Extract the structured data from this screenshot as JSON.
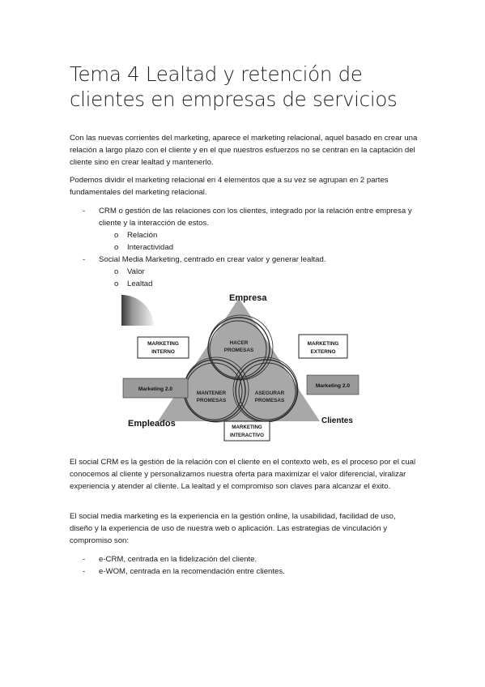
{
  "title": "Tema 4 Lealtad y retención de clientes en empresas de servicios",
  "paragraphs": {
    "p1": "Con las nuevas corrientes del marketing, aparece el marketing relacional, aquel basado en crear una relación a largo plazo con el cliente y en el que nuestros esfuerzos no se centran en la captación del cliente sino en crear lealtad y mantenerlo.",
    "p2": "Podemos dividir el marketing relacional en 4 elementos que a su vez se agrupan en 2 partes fundamentales del marketing relacional.",
    "p3": "El social CRM es la gestión de la relación con el cliente en el contexto web, es el proceso por el cual conocemos al cliente y personalizamos nuestra oferta para maximizar el valor diferencial, viralizar experiencia y atender al cliente. La lealtad y el compromiso son claves para alcanzar el éxito.",
    "p4": "El social media marketing es la experiencia en la gestión online, la usabilidad, facilidad de uso, diseño y la experiencia de uso de nuestra web o aplicación. Las estrategias de vinculación y compromiso son:"
  },
  "list1": {
    "crm": "CRM o gestión de las relaciones con los clientes, integrado por la relación entre empresa y cliente y la interacción de estos.",
    "crm_sub": [
      "Relación",
      "Interactividad"
    ],
    "smm": "Social Media Marketing, centrado en crear valor y generar lealtad.",
    "smm_sub": [
      "Valor",
      "Lealtad"
    ]
  },
  "list2": [
    "e-CRM, centrada en la fidelización del cliente.",
    "e-WOM, centrada en la recomendación entre clientes."
  ],
  "markers": {
    "dash": "-",
    "circle": "o"
  },
  "diagram": {
    "empresa": "Empresa",
    "empleados": "Empleados",
    "clientes": "Clientes",
    "hacer_1": "HACER",
    "hacer_2": "PROMESAS",
    "mantener_1": "MANTENER",
    "mantener_2": "PROMESAS",
    "asegurar_1": "ASEGURAR",
    "asegurar_2": "PROMESAS",
    "mk_interno_1": "MARKETING",
    "mk_interno_2": "INTERNO",
    "mk_externo_1": "MARKETING",
    "mk_externo_2": "EXTERNO",
    "mk_interactivo_1": "MARKETING",
    "mk_interactivo_2": "INTERACTIVO",
    "mk20_left": "Marketing 2.0",
    "mk20_right": "Marketing 2.0",
    "colors": {
      "triangle": "#a8a8a8",
      "box_gray": "#9a9a9a",
      "ring": "#2a2a2a"
    }
  }
}
